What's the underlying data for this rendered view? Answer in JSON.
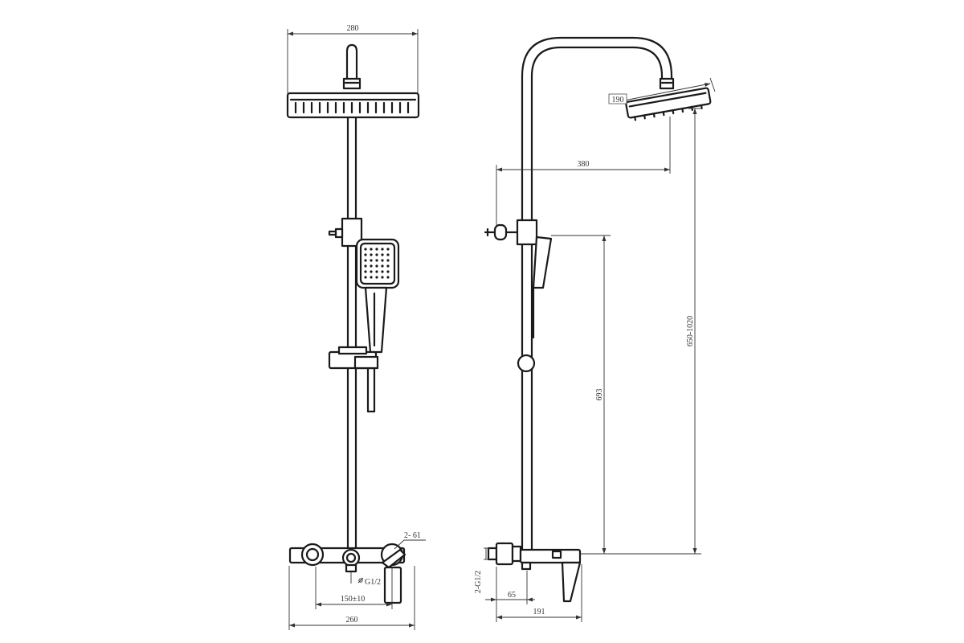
{
  "front_view": {
    "dim_head_width": "280",
    "dim_outlet": "2- 61",
    "dim_thread": "G1/2",
    "dim_centres": "150±10",
    "dim_total_width": "260"
  },
  "side_view": {
    "dim_head_diameter": "190",
    "dim_arm_reach": "380",
    "dim_height_range": "650-1020",
    "dim_bar_height": "693",
    "dim_inlet": "2-G1/2",
    "dim_spout_offset": "65",
    "dim_depth": "191"
  }
}
